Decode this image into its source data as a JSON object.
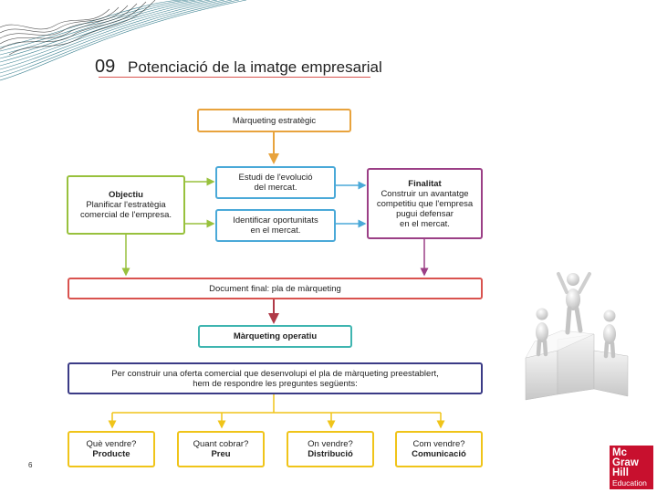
{
  "header": {
    "number": "09",
    "title": "Potenciació de la imatge empresarial"
  },
  "page_number": "6",
  "diagram": {
    "strategic": "Màrqueting estratègic",
    "study1": [
      "Estudi de l'evolució",
      "del mercat."
    ],
    "study2": [
      "Identificar oportunitats",
      "en el mercat."
    ],
    "objective_title": "Objectiu",
    "objective_text": [
      "Planificar l'estratègia",
      "comercial de l'empresa."
    ],
    "finality_title": "Finalitat",
    "finality_text": [
      "Construir un avantatge",
      "competitiu que l'empresa",
      "pugui defensar",
      "en el mercat."
    ],
    "document": "Document final: pla de màrqueting",
    "operative": "Màrqueting operatiu",
    "construct": [
      "Per construir una oferta comercial que desenvolupi el pla de màrqueting preestablert,",
      "hem de respondre les preguntes següents:"
    ],
    "questions": [
      {
        "q": "Què vendre?",
        "a": "Producte"
      },
      {
        "q": "Quant cobrar?",
        "a": "Preu"
      },
      {
        "q": "On vendre?",
        "a": "Distribució"
      },
      {
        "q": "Com vendre?",
        "a": "Comunicació"
      }
    ]
  },
  "logo": {
    "line1": "Mc",
    "line2": "Graw",
    "line3": "Hill",
    "line4": "Education"
  },
  "colors": {
    "orange": "#e8a33d",
    "blue": "#4aa9d8",
    "green": "#98c13d",
    "purple": "#9b3f86",
    "red": "#d9534f",
    "teal": "#3fb5b0",
    "navy": "#3b3b86",
    "yellow": "#f0c419",
    "brand": "#c8102e"
  }
}
